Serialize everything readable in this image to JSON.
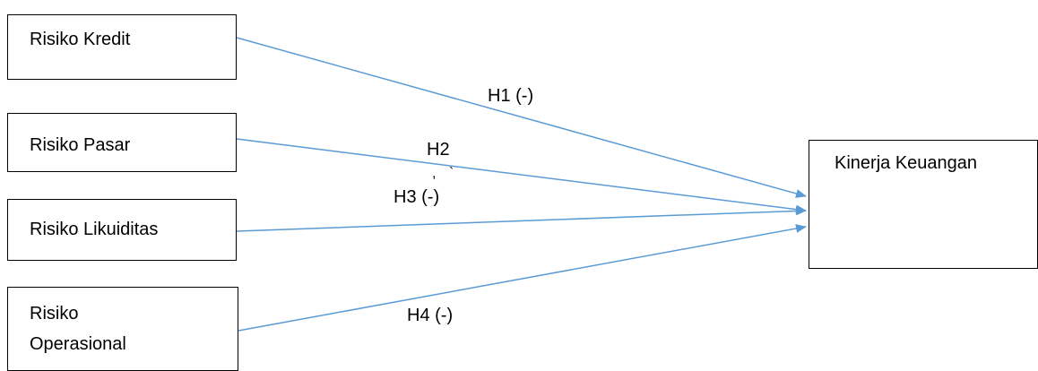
{
  "diagram": {
    "sources": [
      {
        "id": "kredit",
        "label": "Risiko Kredit"
      },
      {
        "id": "pasar",
        "label": "Risiko Pasar"
      },
      {
        "id": "likuiditas",
        "label": "Risiko Likuiditas"
      },
      {
        "id": "operasional",
        "label": "Risiko\nOperasional"
      }
    ],
    "target": {
      "id": "kinerja",
      "label": "Kinerja Keuangan"
    },
    "hypotheses": [
      {
        "from": "kredit",
        "label": "H1 (-)"
      },
      {
        "from": "pasar",
        "label": "H2"
      },
      {
        "from": "likuiditas",
        "label": "H3 (-)"
      },
      {
        "from": "operasional",
        "label": "H4 (-)"
      }
    ],
    "arrow_color": "#5b9bd5",
    "box_border_color": "#000000"
  }
}
